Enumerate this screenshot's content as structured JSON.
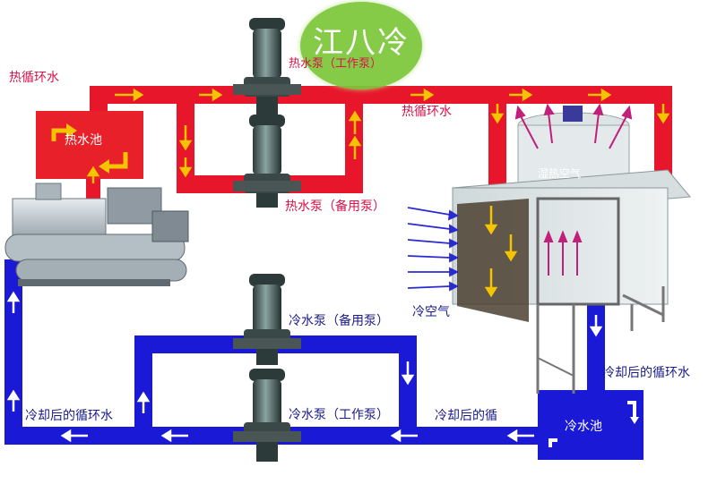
{
  "colors": {
    "hot_pipe": "#e8162a",
    "cold_pipe": "#1a1ad6",
    "arrow": "#f5c400",
    "hot_tank": "#e8202a",
    "cold_tank": "#1a1ad6",
    "badge": "#7cc83a",
    "steam_arrow": "#c0207a",
    "air_arrow": "#2a2ad0"
  },
  "logo": {
    "text": "江八冷"
  },
  "labels": {
    "hot_loop_left": "热循环水",
    "hot_loop_right": "热循环水",
    "hot_tank": "热水池",
    "hot_pump_work": "热水泵（工作泵）",
    "hot_pump_standby": "热水泵（备用泵）",
    "humid_hot_air": "湿热空气",
    "cold_air": "冷空气",
    "cold_pump_standby": "冷水泵（备用泵）",
    "cold_pump_work": "冷水泵（工作泵）",
    "cooled_water_right": "冷却后的循环水",
    "cooled_water_mid": "冷却后的循",
    "cooled_water_left": "冷却后的循环水",
    "cold_tank": "冷水池"
  },
  "icons": {
    "pump": "vertical-inline-pump-icon",
    "chiller": "water-chiller-unit-icon",
    "tower": "cooling-tower-icon",
    "flow_arrow": "flow-arrow-icon",
    "turn_arrow": "turn-arrow-icon"
  }
}
